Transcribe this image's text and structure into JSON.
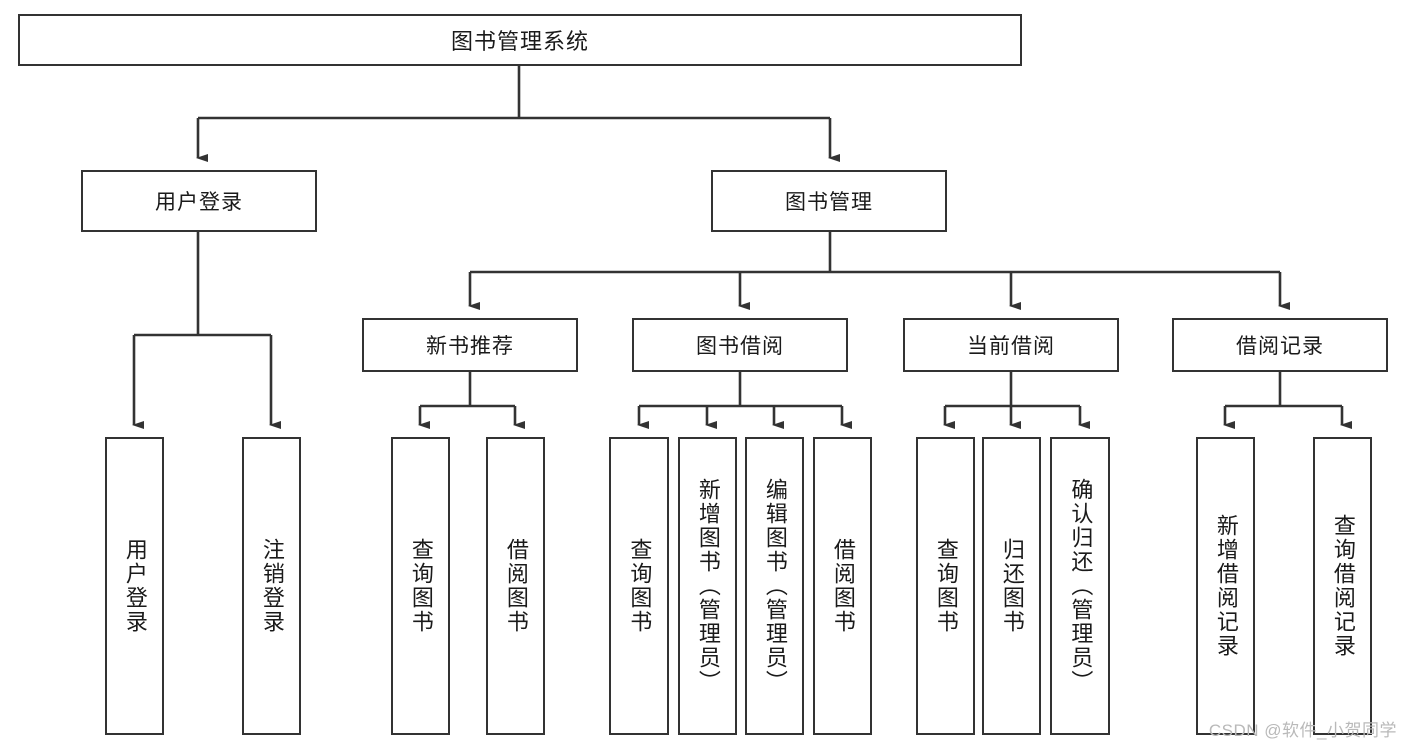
{
  "diagram": {
    "type": "tree-hierarchy",
    "title": "图书管理系统",
    "watermark": "CSDN @软件_小贺同学",
    "colors": {
      "border": "#333333",
      "background": "#ffffff",
      "text": "#1a1a1a",
      "watermark": "#b9b9b9"
    },
    "levels": {
      "root": {
        "label": "图书管理系统"
      },
      "level2": [
        {
          "label": "用户登录"
        },
        {
          "label": "图书管理"
        }
      ],
      "level3": [
        {
          "label": "新书推荐"
        },
        {
          "label": "图书借阅"
        },
        {
          "label": "当前借阅"
        },
        {
          "label": "借阅记录"
        }
      ],
      "leaves": {
        "user_login": [
          {
            "label": "用户登录"
          },
          {
            "label": "注销登录"
          }
        ],
        "new_book_recommend": [
          {
            "label": "查询图书"
          },
          {
            "label": "借阅图书"
          }
        ],
        "book_borrow": [
          {
            "label": "查询图书"
          },
          {
            "label": "新增图书（管理员）"
          },
          {
            "label": "编辑图书（管理员）"
          },
          {
            "label": "借阅图书"
          }
        ],
        "current_borrow": [
          {
            "label": "查询图书"
          },
          {
            "label": "归还图书"
          },
          {
            "label": "确认归还（管理员）"
          }
        ],
        "borrow_record": [
          {
            "label": "新增借阅记录"
          },
          {
            "label": "查询借阅记录"
          }
        ]
      }
    }
  }
}
